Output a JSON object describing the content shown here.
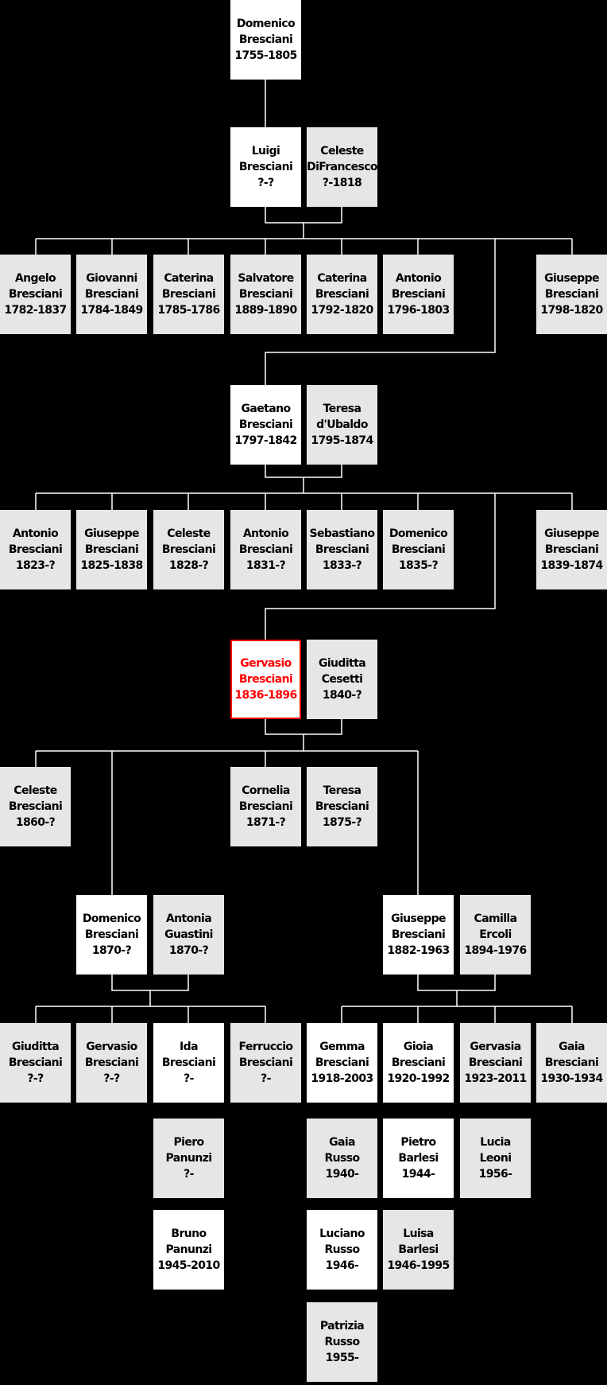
{
  "colors": {
    "background": "#000000",
    "line": "#ffffff",
    "box_white": "#ffffff",
    "box_grey": "#e6e6e6",
    "highlight": "#ff0000"
  },
  "people": [
    {
      "id": "p1",
      "name": "Domenico",
      "surname": "Bresciani",
      "years": "1755-1805",
      "style": "white"
    },
    {
      "id": "p2",
      "name": "Luigi",
      "surname": "Bresciani",
      "years": "?-?",
      "style": "white"
    },
    {
      "id": "p3",
      "name": "Celeste",
      "surname": "DiFrancesco",
      "years": "?-1818",
      "style": "grey"
    },
    {
      "id": "p4",
      "name": "Angelo",
      "surname": "Bresciani",
      "years": "1782-1837",
      "style": "grey"
    },
    {
      "id": "p5",
      "name": "Giovanni",
      "surname": "Bresciani",
      "years": "1784-1849",
      "style": "grey"
    },
    {
      "id": "p6",
      "name": "Caterina",
      "surname": "Bresciani",
      "years": "1785-1786",
      "style": "grey"
    },
    {
      "id": "p7",
      "name": "Salvatore",
      "surname": "Bresciani",
      "years": "1889-1890",
      "style": "grey"
    },
    {
      "id": "p8",
      "name": "Caterina",
      "surname": "Bresciani",
      "years": "1792-1820",
      "style": "grey"
    },
    {
      "id": "p9",
      "name": "Antonio",
      "surname": "Bresciani",
      "years": "1796-1803",
      "style": "grey"
    },
    {
      "id": "p10",
      "name": "Giuseppe",
      "surname": "Bresciani",
      "years": "1798-1820",
      "style": "grey"
    },
    {
      "id": "p11",
      "name": "Gaetano",
      "surname": "Bresciani",
      "years": "1797-1842",
      "style": "white"
    },
    {
      "id": "p12",
      "name": "Teresa",
      "surname": "d'Ubaldo",
      "years": "1795-1874",
      "style": "grey"
    },
    {
      "id": "p13",
      "name": "Antonio",
      "surname": "Bresciani",
      "years": "1823-?",
      "style": "grey"
    },
    {
      "id": "p14",
      "name": "Giuseppe",
      "surname": "Bresciani",
      "years": "1825-1838",
      "style": "grey"
    },
    {
      "id": "p15",
      "name": "Celeste",
      "surname": "Bresciani",
      "years": "1828-?",
      "style": "grey"
    },
    {
      "id": "p16",
      "name": "Antonio",
      "surname": "Bresciani",
      "years": "1831-?",
      "style": "grey"
    },
    {
      "id": "p17",
      "name": "Sebastiano",
      "surname": "Bresciani",
      "years": "1833-?",
      "style": "grey"
    },
    {
      "id": "p18",
      "name": "Domenico",
      "surname": "Bresciani",
      "years": "1835-?",
      "style": "grey"
    },
    {
      "id": "p19",
      "name": "Giuseppe",
      "surname": "Bresciani",
      "years": "1839-1874",
      "style": "grey"
    },
    {
      "id": "p20",
      "name": "Gervasio",
      "surname": "Bresciani",
      "years": "1836-1896",
      "style": "highlight"
    },
    {
      "id": "p21",
      "name": "Giuditta",
      "surname": "Cesetti",
      "years": "1840-?",
      "style": "grey"
    },
    {
      "id": "p22",
      "name": "Celeste",
      "surname": "Bresciani",
      "years": "1860-?",
      "style": "grey"
    },
    {
      "id": "p23",
      "name": "Cornelia",
      "surname": "Bresciani",
      "years": "1871-?",
      "style": "grey"
    },
    {
      "id": "p24",
      "name": "Teresa",
      "surname": "Bresciani",
      "years": "1875-?",
      "style": "grey"
    },
    {
      "id": "p25",
      "name": "Domenico",
      "surname": "Bresciani",
      "years": "1870-?",
      "style": "white"
    },
    {
      "id": "p26",
      "name": "Antonia",
      "surname": "Guastini",
      "years": "1870-?",
      "style": "grey"
    },
    {
      "id": "p27",
      "name": "Giuseppe",
      "surname": "Bresciani",
      "years": "1882-1963",
      "style": "white"
    },
    {
      "id": "p28",
      "name": "Camilla",
      "surname": "Ercoli",
      "years": "1894-1976",
      "style": "grey"
    },
    {
      "id": "p29",
      "name": "Giuditta",
      "surname": "Bresciani",
      "years": "?-?",
      "style": "grey"
    },
    {
      "id": "p30",
      "name": "Gervasio",
      "surname": "Bresciani",
      "years": "?-?",
      "style": "grey"
    },
    {
      "id": "p31",
      "name": "Ida",
      "surname": "Bresciani",
      "years": "?-",
      "style": "white"
    },
    {
      "id": "p32",
      "name": "Ferruccio",
      "surname": "Bresciani",
      "years": "?-",
      "style": "grey"
    },
    {
      "id": "p33",
      "name": "Gemma",
      "surname": "Bresciani",
      "years": "1918-2003",
      "style": "white"
    },
    {
      "id": "p34",
      "name": "Gioia",
      "surname": "Bresciani",
      "years": "1920-1992",
      "style": "white"
    },
    {
      "id": "p35",
      "name": "Gervasia",
      "surname": "Bresciani",
      "years": "1923-2011",
      "style": "grey"
    },
    {
      "id": "p36",
      "name": "Gaia",
      "surname": "Bresciani",
      "years": "1930-1934",
      "style": "grey"
    },
    {
      "id": "p37",
      "name": "Piero",
      "surname": "Panunzi",
      "years": "?-",
      "style": "grey"
    },
    {
      "id": "p38",
      "name": "Bruno",
      "surname": "Panunzi",
      "years": "1945-2010",
      "style": "white"
    },
    {
      "id": "p39",
      "name": "Gaia",
      "surname": "Russo",
      "years": "1940-",
      "style": "grey"
    },
    {
      "id": "p40",
      "name": "Pietro",
      "surname": "Barlesi",
      "years": "1944-",
      "style": "white"
    },
    {
      "id": "p41",
      "name": "Lucia",
      "surname": "Leoni",
      "years": "1956-",
      "style": "grey"
    },
    {
      "id": "p42",
      "name": "Luciano",
      "surname": "Russo",
      "years": "1946-",
      "style": "white"
    },
    {
      "id": "p43",
      "name": "Luisa",
      "surname": "Barlesi",
      "years": "1946-1995",
      "style": "grey"
    },
    {
      "id": "p44",
      "name": "Patrizia",
      "surname": "Russo",
      "years": "1955-",
      "style": "grey"
    }
  ]
}
